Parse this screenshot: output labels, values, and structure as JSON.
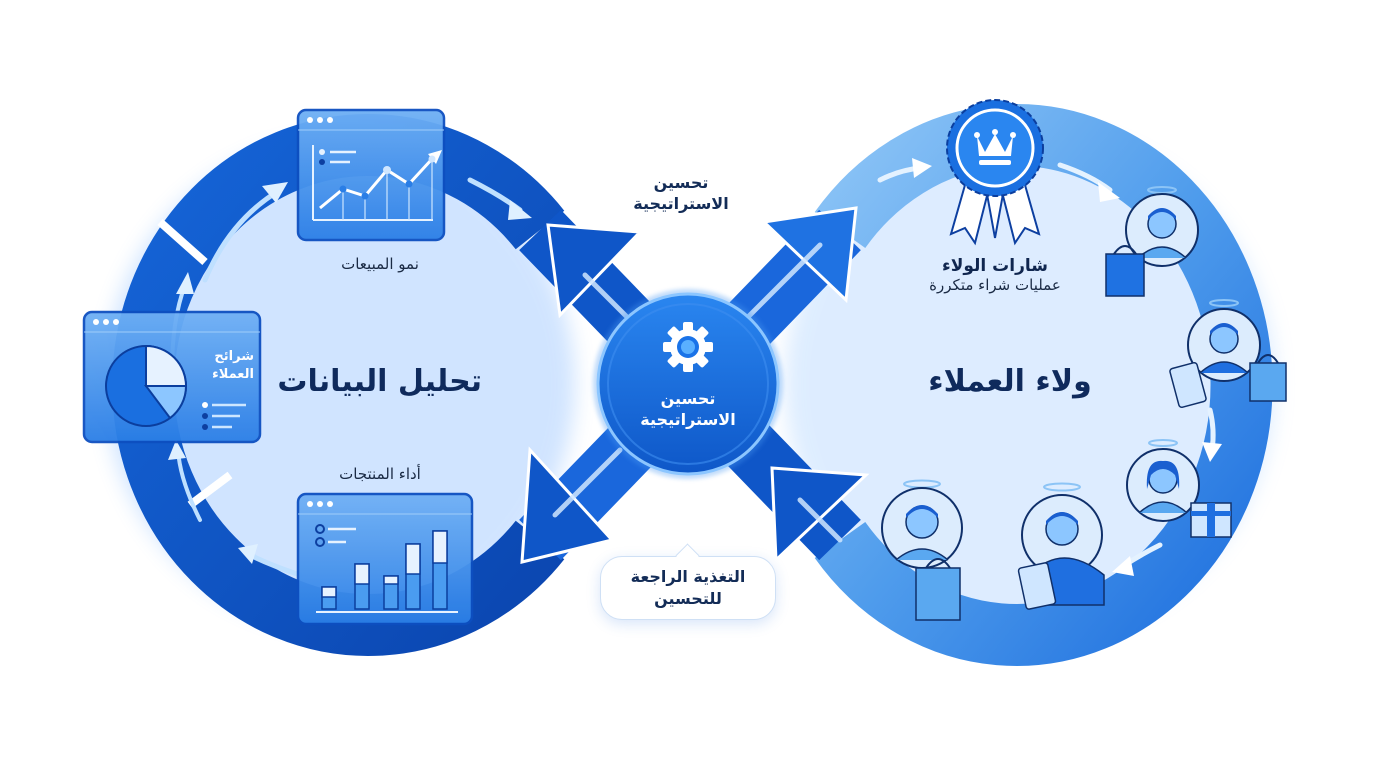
{
  "left_loop": {
    "title": "تحليل البيانات",
    "panels": {
      "sales_growth": {
        "label": "نمو المبيعات",
        "chart_type": "line",
        "points": [
          0.3,
          0.55,
          0.45,
          0.8,
          0.6,
          0.95
        ]
      },
      "customer_segments": {
        "label_line1": "شرائح",
        "label_line2": "العملاء",
        "chart_type": "pie"
      },
      "product_performance": {
        "label": "أداء المنتجات",
        "chart_type": "bar",
        "bars": [
          0.3,
          0.6,
          0.45,
          0.8,
          0.95
        ]
      }
    }
  },
  "right_loop": {
    "title": "ولاء العملاء",
    "badge": {
      "title": "شارات الولاء",
      "subtitle": "عمليات شراء متكررة",
      "icon": "crown-icon"
    },
    "customers": [
      {
        "name": "customer-with-bag",
        "item": "shopping-bag-icon"
      },
      {
        "name": "customer-with-tablet-and-bag",
        "item": "tablet-icon"
      },
      {
        "name": "customer-with-gift",
        "item": "gift-icon"
      },
      {
        "name": "customer-using-tablet",
        "item": "tablet-icon"
      },
      {
        "name": "customer-holding-bag",
        "item": "shopping-bag-icon"
      }
    ]
  },
  "center": {
    "hub_line1": "تحسين",
    "hub_line2": "الاستراتيجية",
    "hub_icon": "gear-icon",
    "top_label_line1": "تحسين",
    "top_label_line2": "الاستراتيجية",
    "feedback_line1": "التغذية الراجعة",
    "feedback_line2": "للتحسين"
  },
  "colors": {
    "dark_blue": "#0d4fc0",
    "mid_blue": "#1c6fe0",
    "light_blue": "#5aa8f0",
    "pale_blue": "#cfe4fb",
    "text_navy": "#0f2a5c"
  }
}
